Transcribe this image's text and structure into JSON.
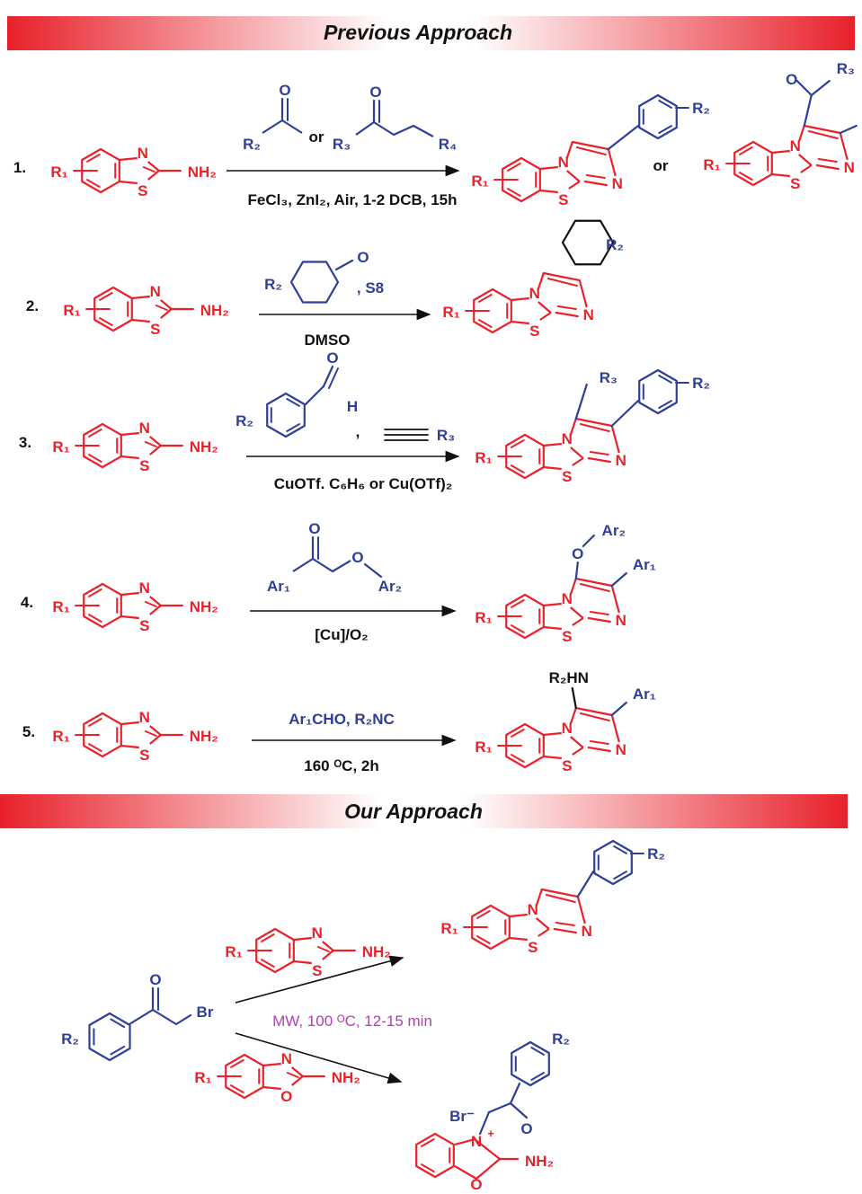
{
  "colors": {
    "red": "#e8212b",
    "blue": "#2e3f97",
    "black": "#111111",
    "magenta": "#b23fb0"
  },
  "banners": {
    "previous": "Previous Approach",
    "ours": "Our Approach"
  },
  "rows": [
    {
      "num": "1.",
      "conditions": "FeCl₃, ZnI₂, Air, 1-2 DCB, 15h",
      "or1": "or",
      "or2": "or"
    },
    {
      "num": "2.",
      "reagent": ", S8",
      "conditions": "DMSO"
    },
    {
      "num": "3.",
      "reagent": ",",
      "conditions": "CuOTf. C₆H₆ or Cu(OTf)₂"
    },
    {
      "num": "4.",
      "conditions": "[Cu]/O₂"
    },
    {
      "num": "5.",
      "reagent": "Ar₁CHO, R₂NC",
      "conditions": "160 ᴼC, 2h"
    }
  ],
  "ours": {
    "conditions": "MW, 100 ᴼC, 12-15 min"
  },
  "labels": {
    "R1": "R₁",
    "R2": "R₂",
    "R3": "R₃",
    "R4": "R₄",
    "N": "N",
    "S": "S",
    "O": "O",
    "NH2": "NH₂",
    "Ar1": "Ar₁",
    "Ar2": "Ar₂",
    "Br": "Br",
    "R2HN": "R₂HN",
    "Brminus": "Br⁻",
    "plus": "+",
    "H": "H"
  }
}
